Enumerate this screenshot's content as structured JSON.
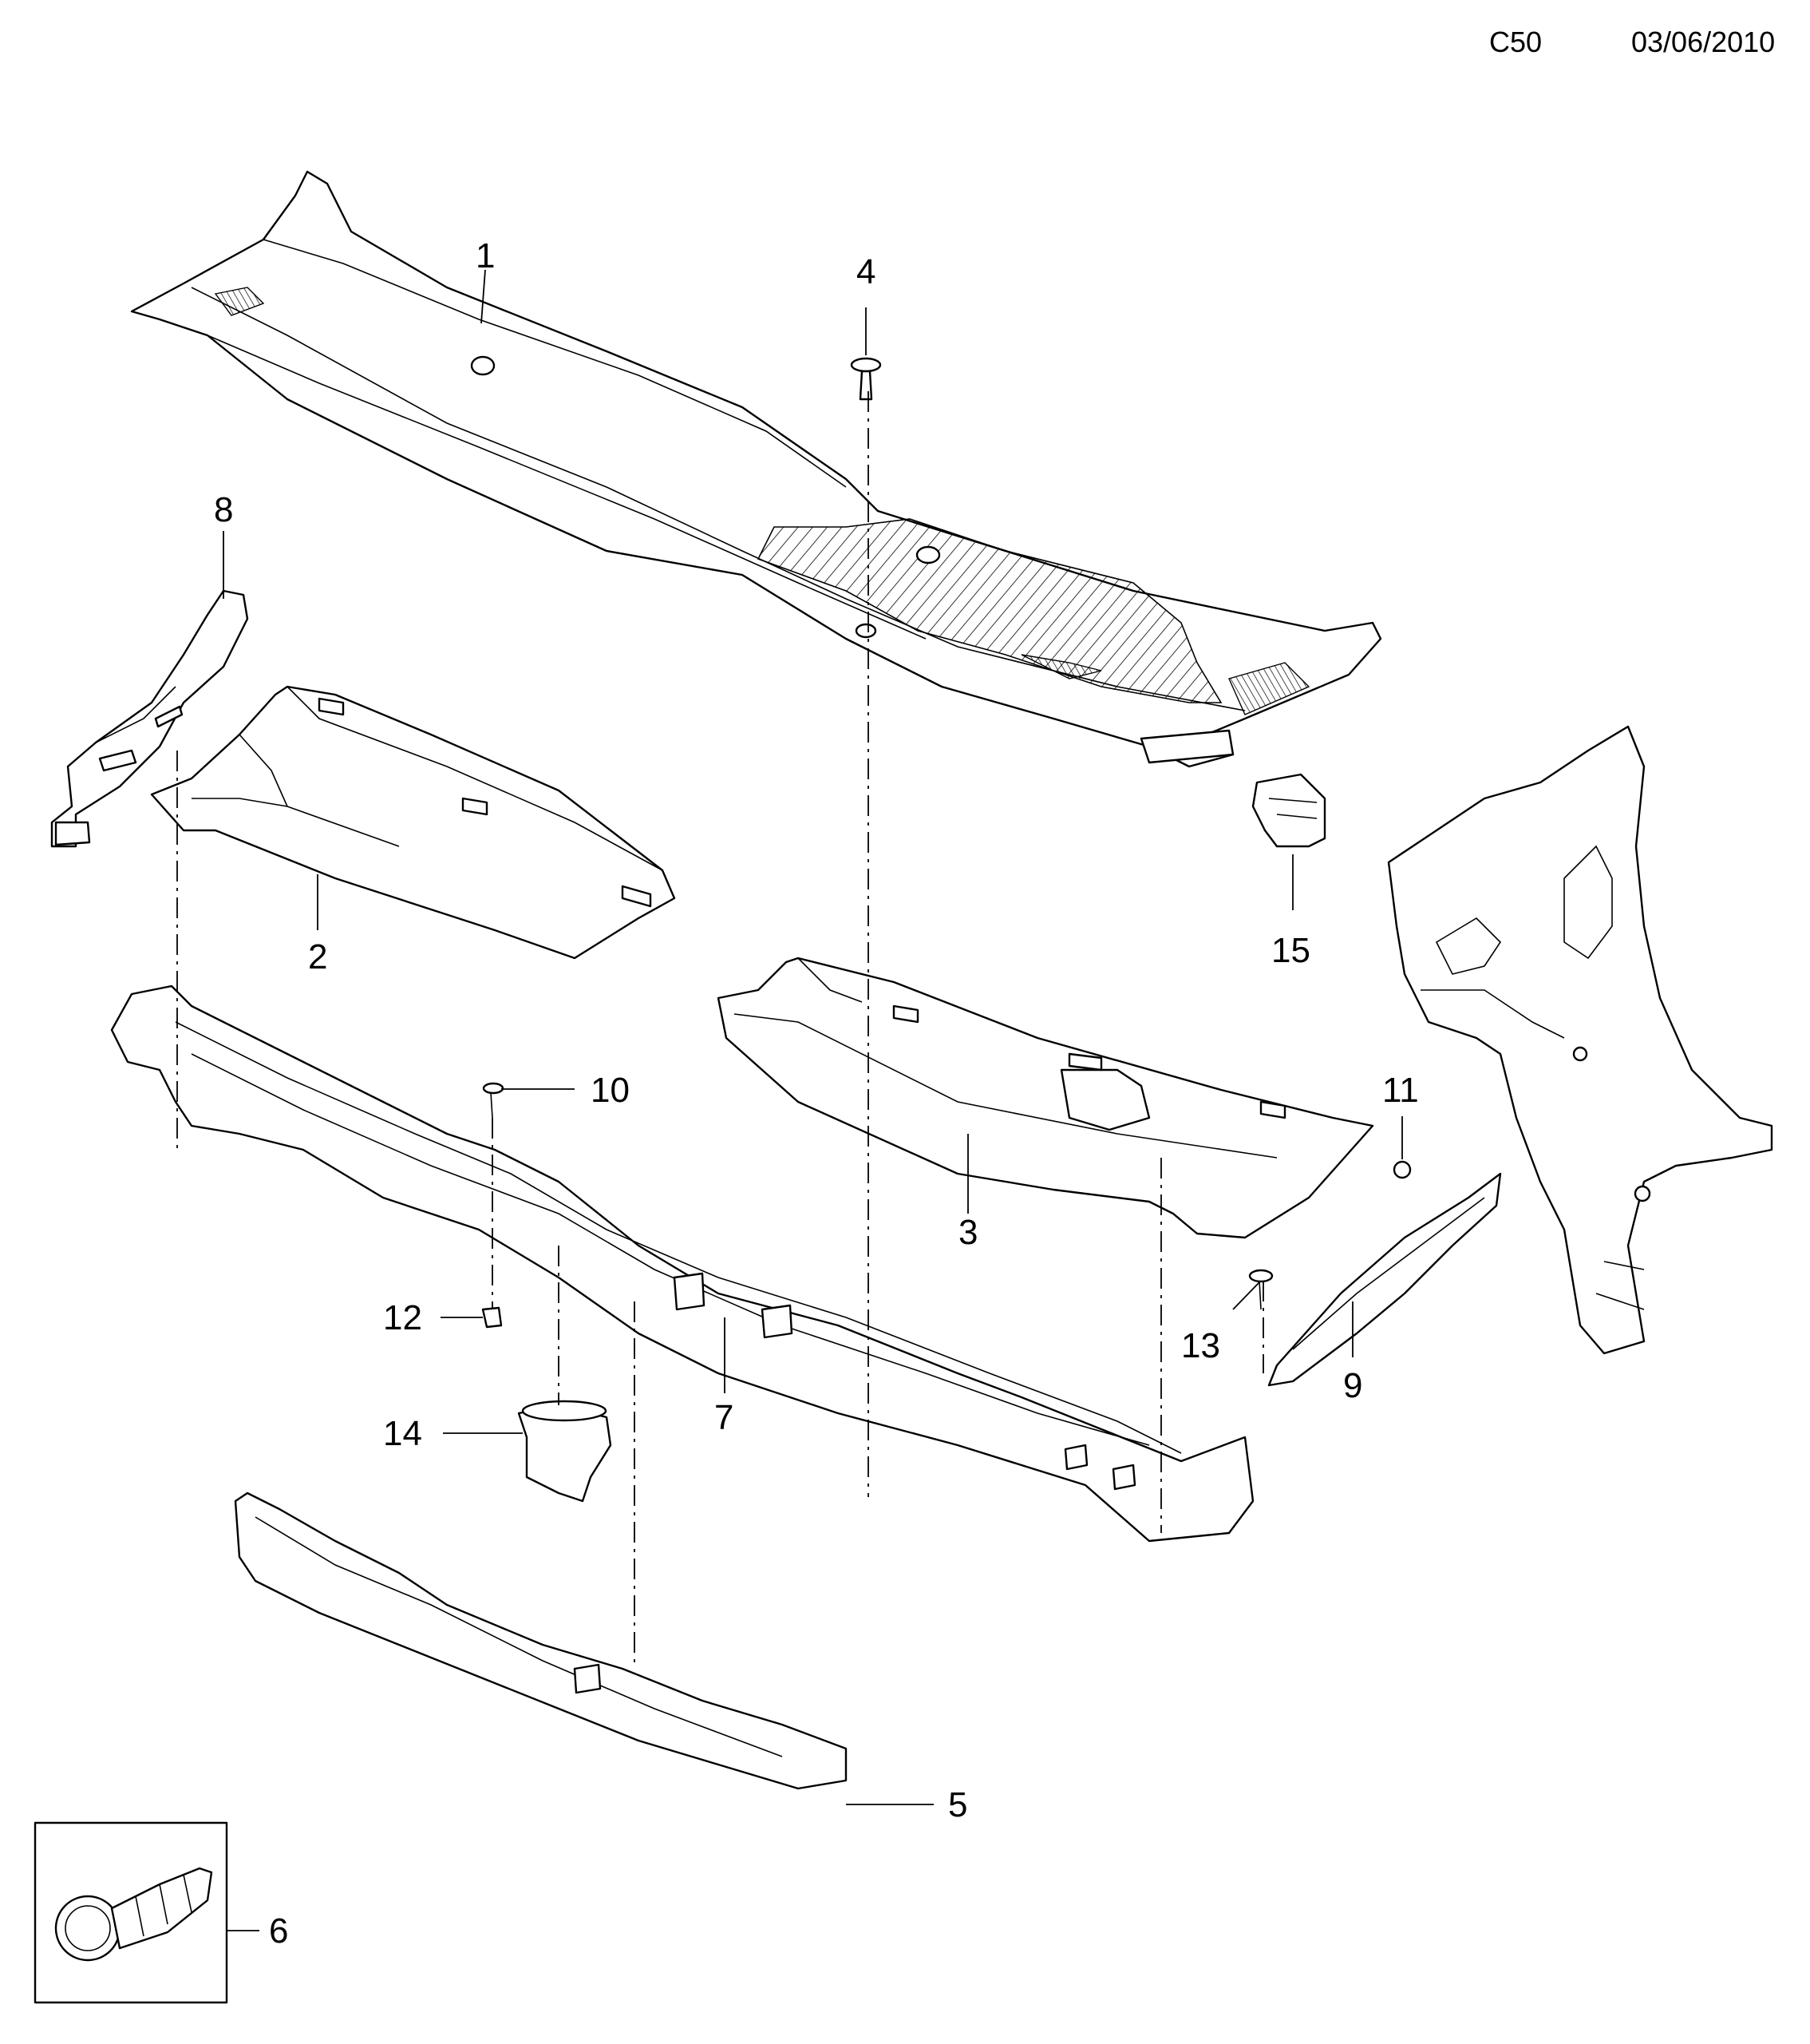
{
  "header": {
    "sheet_code": "C50",
    "date": "03/06/2010"
  },
  "callouts": [
    {
      "id": "1",
      "label": "1"
    },
    {
      "id": "2",
      "label": "2"
    },
    {
      "id": "3",
      "label": "3"
    },
    {
      "id": "4",
      "label": "4"
    },
    {
      "id": "5",
      "label": "5"
    },
    {
      "id": "6",
      "label": "6"
    },
    {
      "id": "7",
      "label": "7"
    },
    {
      "id": "8",
      "label": "8"
    },
    {
      "id": "9",
      "label": "9"
    },
    {
      "id": "10",
      "label": "10"
    },
    {
      "id": "11",
      "label": "11"
    },
    {
      "id": "12",
      "label": "12"
    },
    {
      "id": "13",
      "label": "13"
    },
    {
      "id": "14",
      "label": "14"
    },
    {
      "id": "15",
      "label": "15"
    }
  ]
}
